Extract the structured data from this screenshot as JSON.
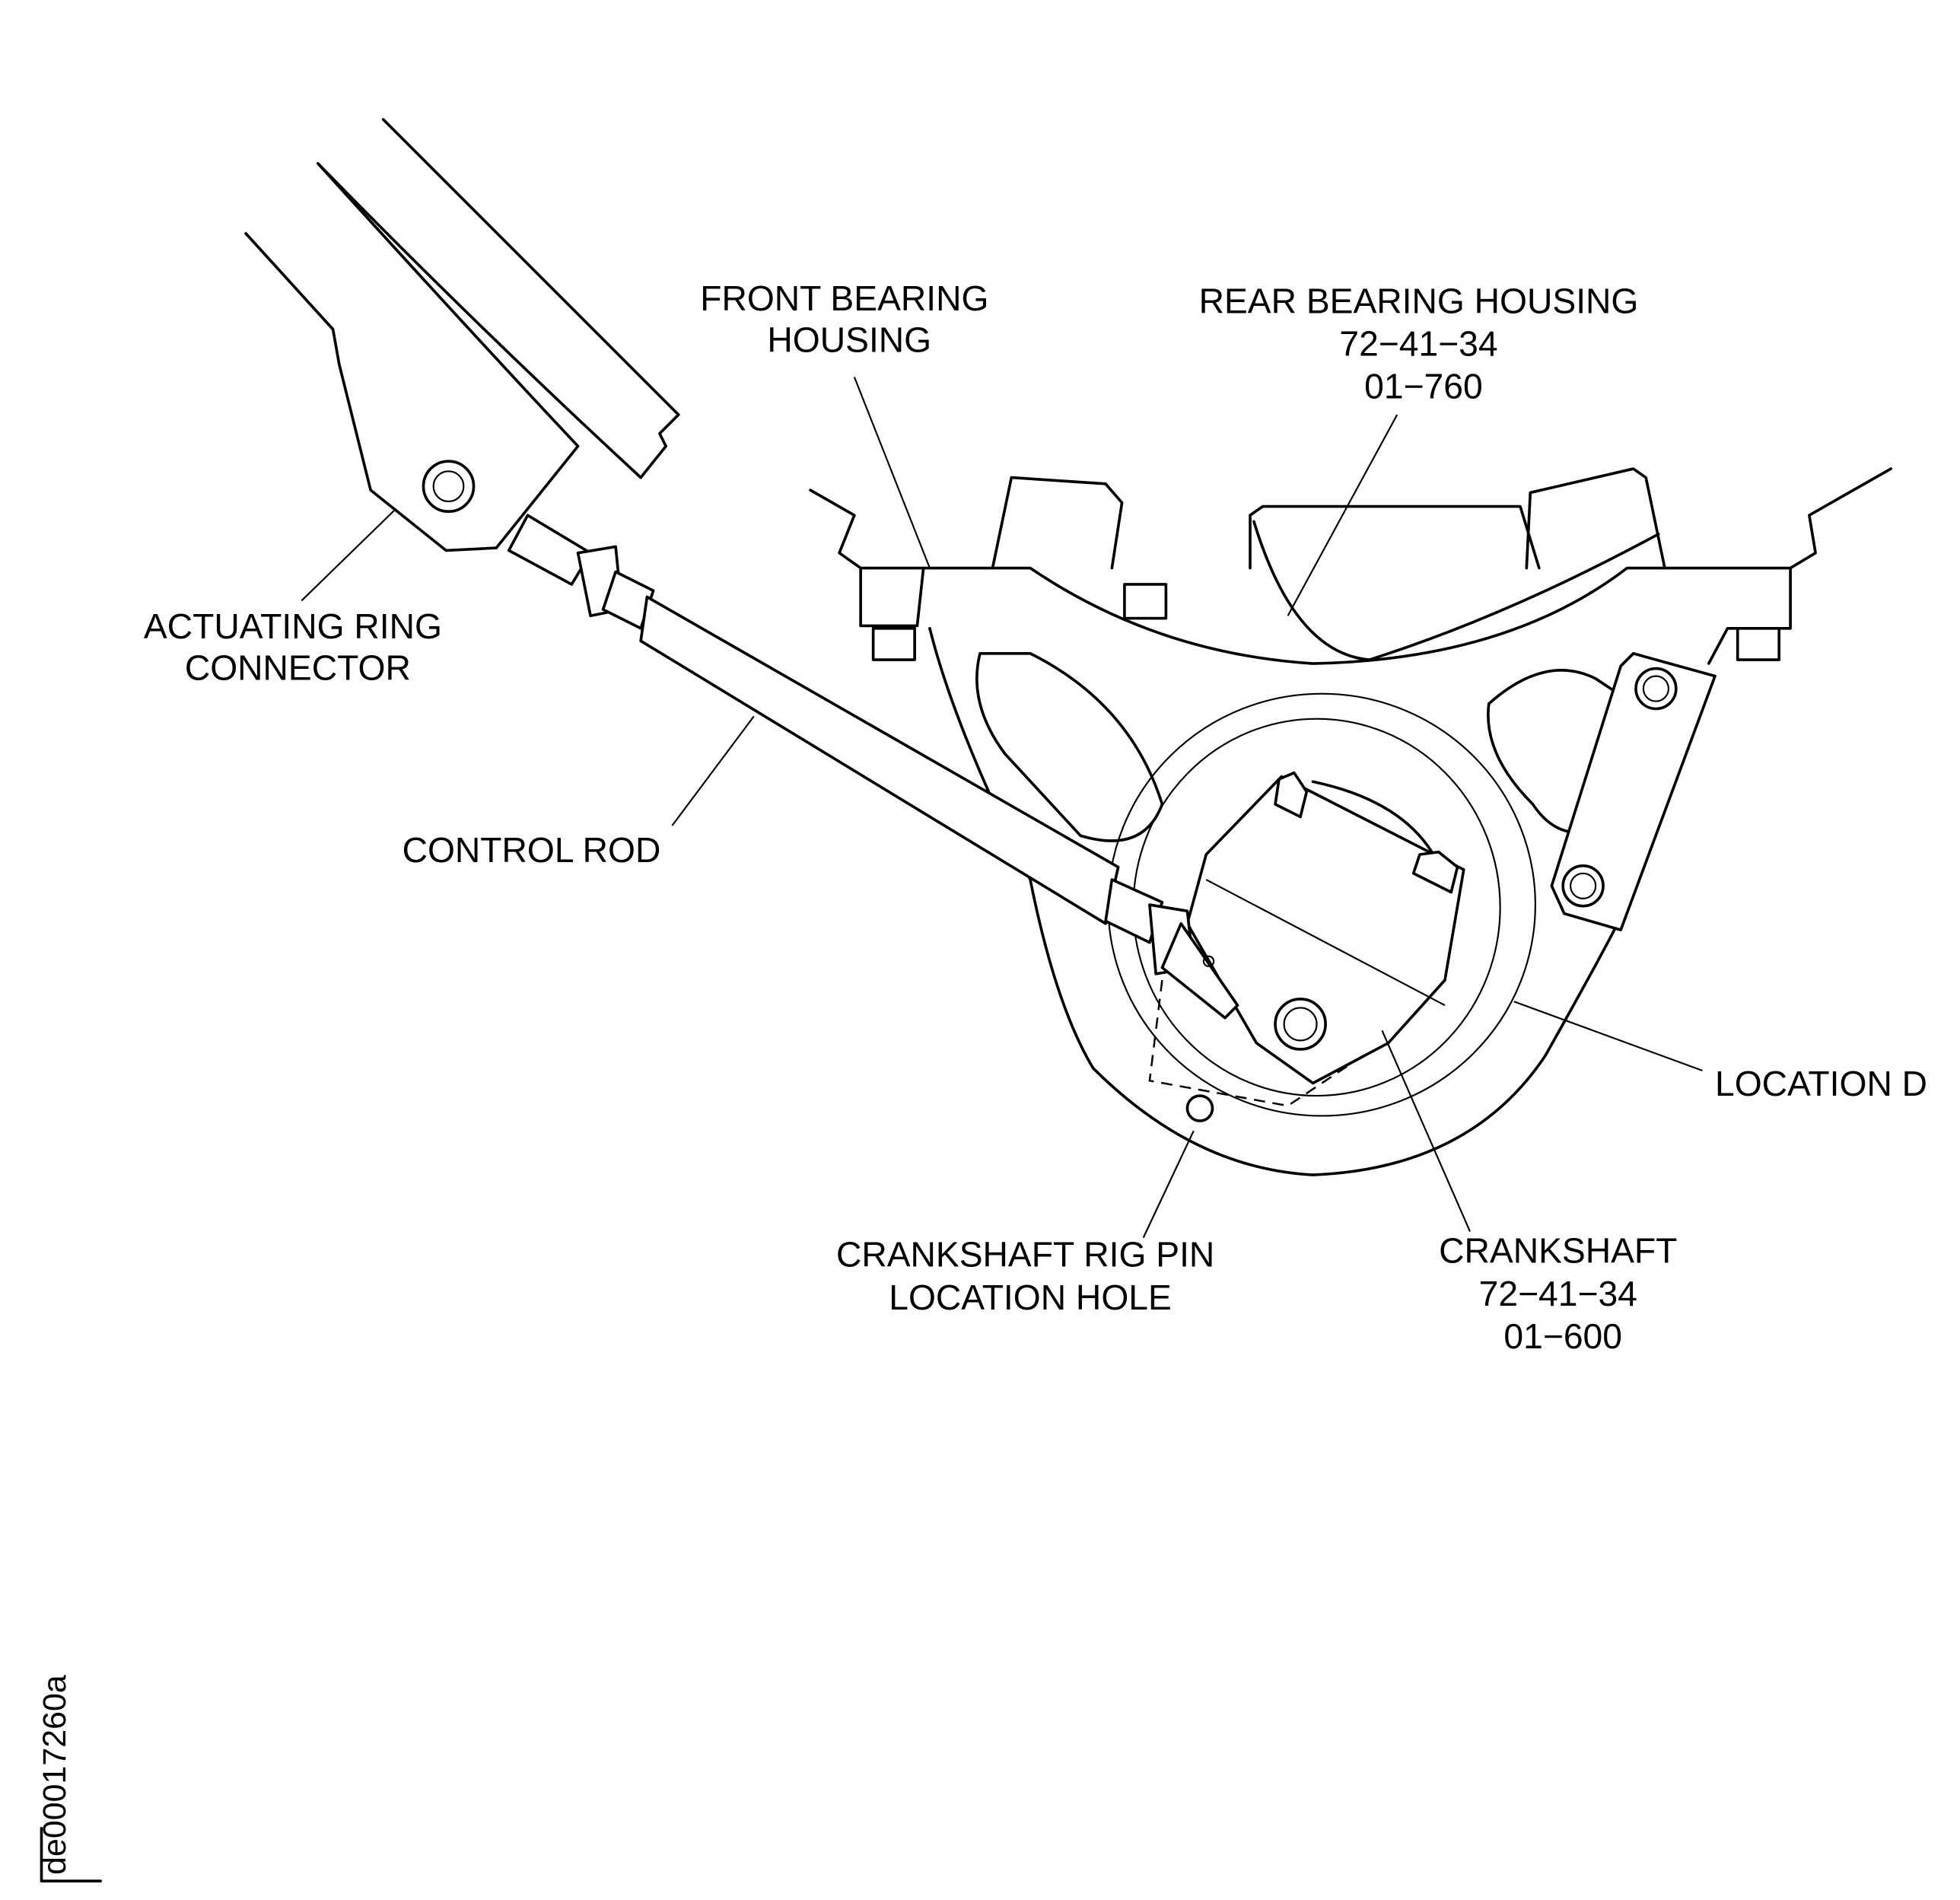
{
  "labels": {
    "front_bearing_housing": [
      "FRONT BEARING",
      "HOUSING"
    ],
    "rear_bearing_housing": [
      "REAR BEARING HOUSING",
      "72−41−34",
      "01−760"
    ],
    "actuating_ring_connector": [
      "ACTUATING RING",
      "CONNECTOR"
    ],
    "control_rod": "CONTROL ROD",
    "location_d": "LOCATION D",
    "crankshaft_rig_pin": [
      "CRANKSHAFT RIG PIN",
      "LOCATION HOLE"
    ],
    "crankshaft": [
      "CRANKSHAFT",
      "72−41−34",
      "01−600"
    ]
  },
  "figure_id": "de00017260a"
}
